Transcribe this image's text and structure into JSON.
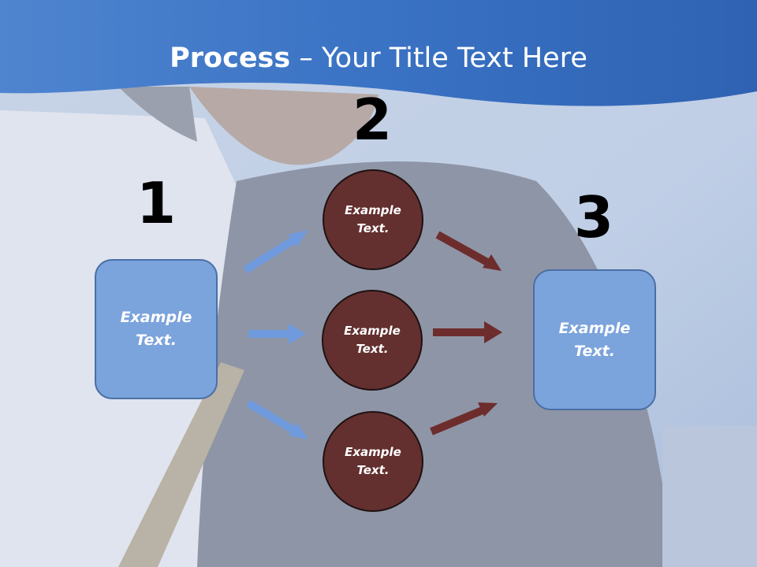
{
  "title": {
    "bold": "Process",
    "rest": " – Your Title Text Here"
  },
  "steps": {
    "one": "1",
    "two": "2",
    "three": "3"
  },
  "left_box": {
    "text": "Example Text."
  },
  "circles": [
    {
      "text": "Example Text."
    },
    {
      "text": "Example Text."
    },
    {
      "text": "Example Text."
    }
  ],
  "right_box": {
    "text": "Example Text."
  },
  "colors": {
    "header_blue": "#3a74c4",
    "box_fill": "#7ba3dc",
    "box_border": "#4b6fa5",
    "circle_fill": "#632f2f",
    "arrow_blue": "#6f9ade",
    "arrow_brown": "#6d2d2d",
    "number_text": "#000000"
  }
}
